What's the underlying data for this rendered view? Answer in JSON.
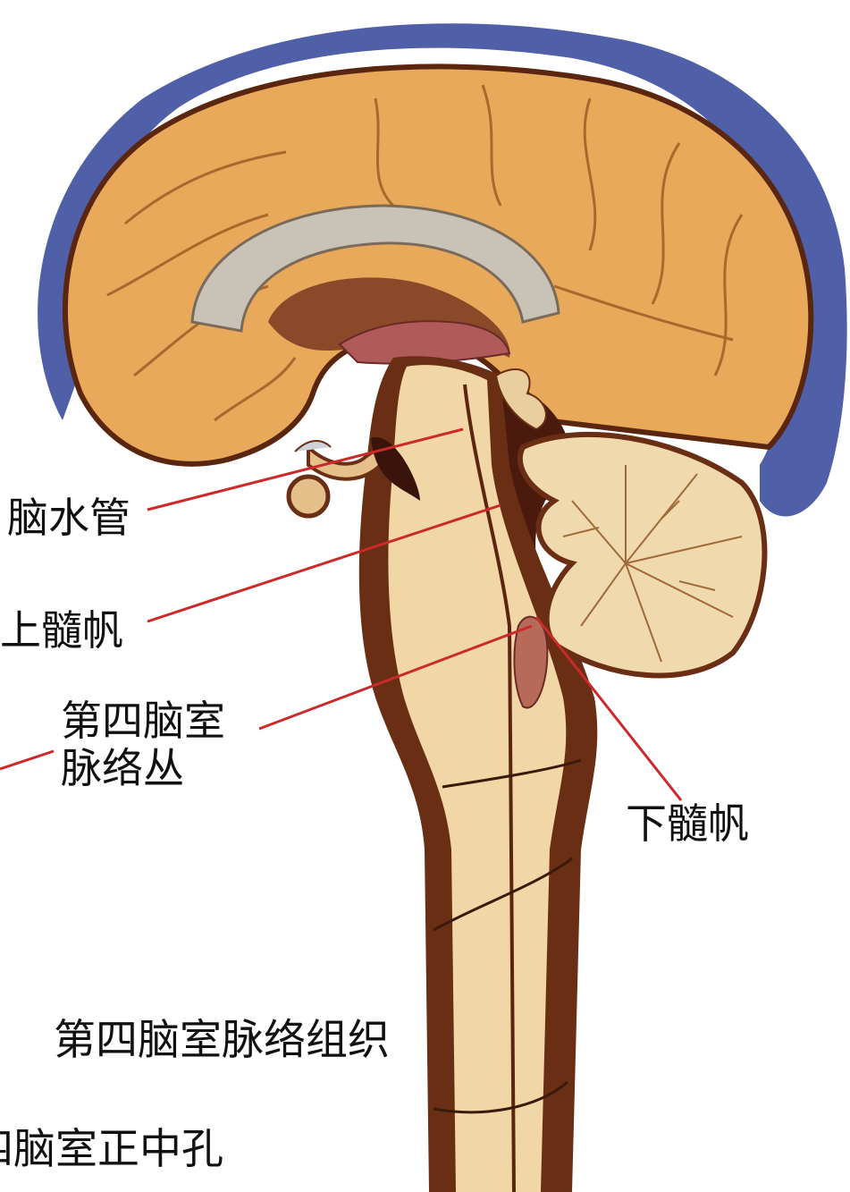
{
  "labels": {
    "aqueduct": "脑水管",
    "superior_velum": "上髓帆",
    "choroid_plexus_line1": "第四脑室",
    "choroid_plexus_line2": "脉络丛",
    "inferior_velum": "下髓帆",
    "choroid_tissue": "第四脑室脉络组织",
    "median_aperture": "四脑室正中孔"
  },
  "colors": {
    "brain": "#e8a95a",
    "brain_light": "#f0c27e",
    "stem": "#f1d6a6",
    "outline": "#5a2610",
    "meninges_blue": "#4f5fa8",
    "corpus_callosum": "#c9c2b7",
    "leader_line": "#cc2a2a"
  }
}
